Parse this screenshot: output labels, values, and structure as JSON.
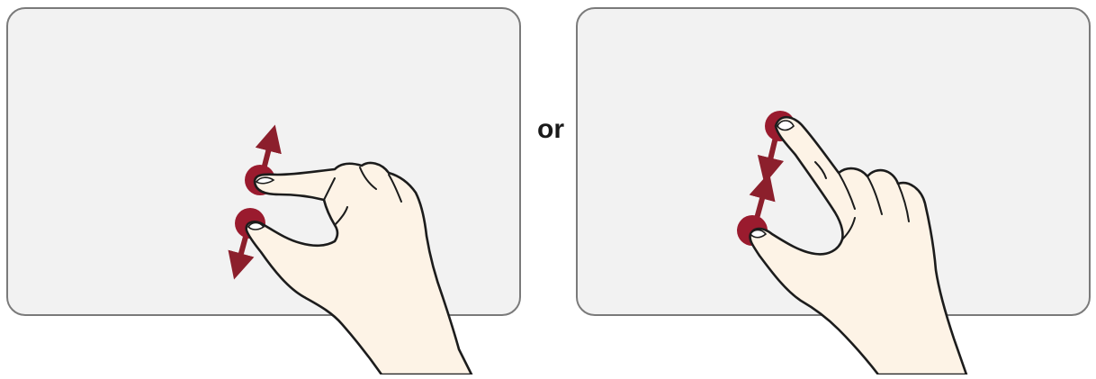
{
  "connector_text": "or",
  "colors": {
    "touchpad_fill": "#f2f2f2",
    "touchpad_border": "#7a7a7a",
    "touch_point": "#9a1b2e",
    "arrow": "#8c1f2c",
    "skin": "#fdf3e6",
    "outline": "#1c1c1c",
    "text": "#1a1a1a"
  },
  "gestures": [
    {
      "name": "pinch-outward",
      "touchpad": "touchpad",
      "hand": "thumb-and-index",
      "touch_points": 2,
      "motion": "fingers-spread-apart"
    },
    {
      "name": "pinch-inward",
      "touchpad": "touchpad",
      "hand": "thumb-and-index",
      "touch_points": 2,
      "motion": "fingers-move-together"
    }
  ]
}
